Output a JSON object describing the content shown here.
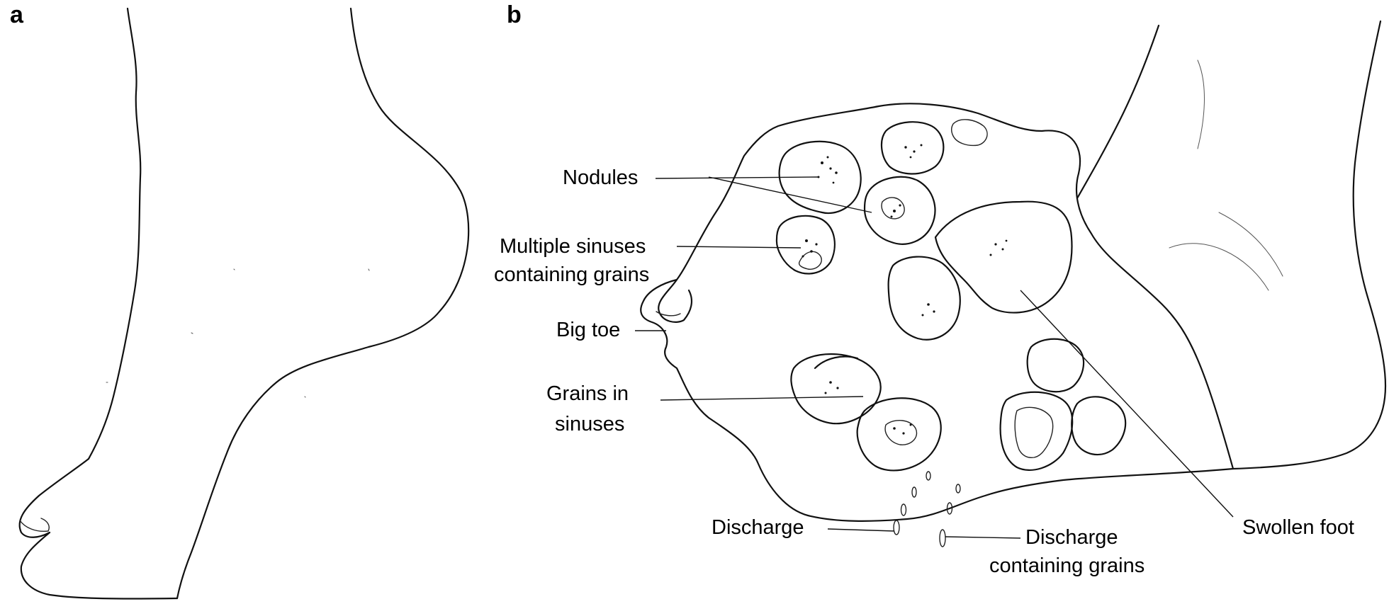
{
  "panels": {
    "a": {
      "letter": "a"
    },
    "b": {
      "letter": "b"
    }
  },
  "labels": {
    "nodules": "Nodules",
    "multiple_sinuses_line1": "Multiple sinuses",
    "multiple_sinuses_line2": "containing grains",
    "big_toe": "Big toe",
    "grains_in_sinuses_line1": "Grains in",
    "grains_in_sinuses_line2": "sinuses",
    "discharge": "Discharge",
    "discharge_grains_line1": "Discharge",
    "discharge_grains_line2": "containing grains",
    "swollen_foot": "Swollen foot"
  },
  "colors": {
    "ink": "#111111",
    "background": "#ffffff"
  }
}
